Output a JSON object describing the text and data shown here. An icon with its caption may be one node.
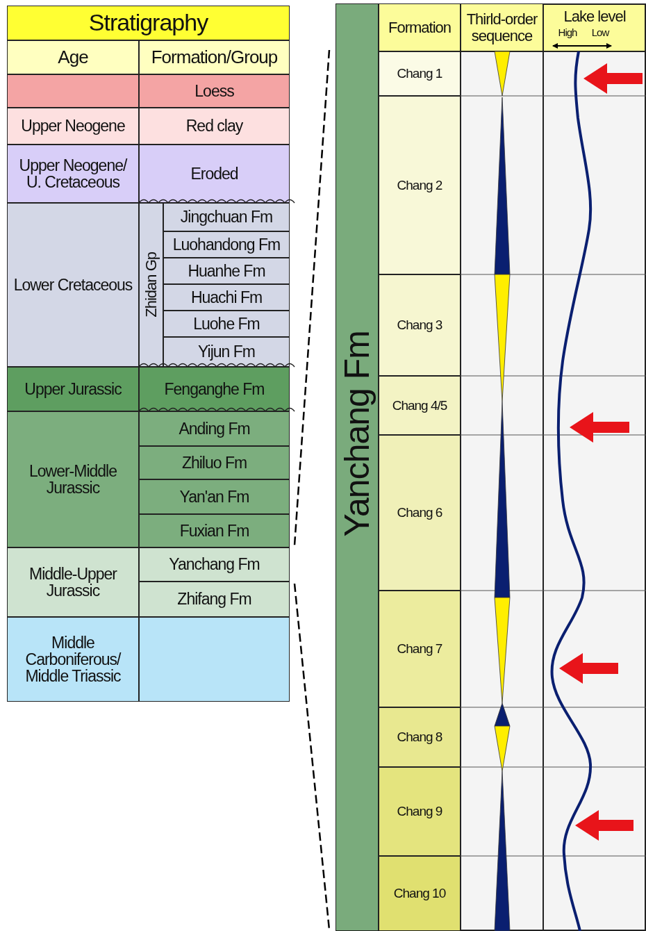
{
  "diagram": {
    "labels": [
      "Stratigraphy",
      "Age",
      "Formation/Group",
      "Loess",
      "Upper Neogene",
      "Red clay",
      "Upper Neogene/ U. Cretaceous",
      "Eroded",
      "Lower Cretaceous",
      "Zhidan Gp",
      "Jingchuan Fm",
      "Luohandong Fm",
      "Huanhe Fm",
      "Huachi Fm",
      "Luohe Fm",
      "Yijun Fm",
      "Upper Jurassic",
      "Fenganghe Fm",
      "Lower-Middle Jurassic",
      "Anding Fm",
      "Zhiluo Fm",
      "Yan'an Fm",
      "Fuxian Fm",
      "Middle-Upper Jurassic",
      "Yanchang Fm",
      "Zhifang Fm",
      "Middle Carboniferous/ Middle Triassic",
      "Yanchang Fm",
      "Formation",
      "Thirld-order sequence",
      "Lake level",
      "High",
      "Low",
      "Chang 1",
      "Chang 2",
      "Chang 3",
      "Chang 4/5",
      "Chang 6",
      "Chang 7",
      "Chang 8",
      "Chang 9",
      "Chang 10"
    ]
  }
}
